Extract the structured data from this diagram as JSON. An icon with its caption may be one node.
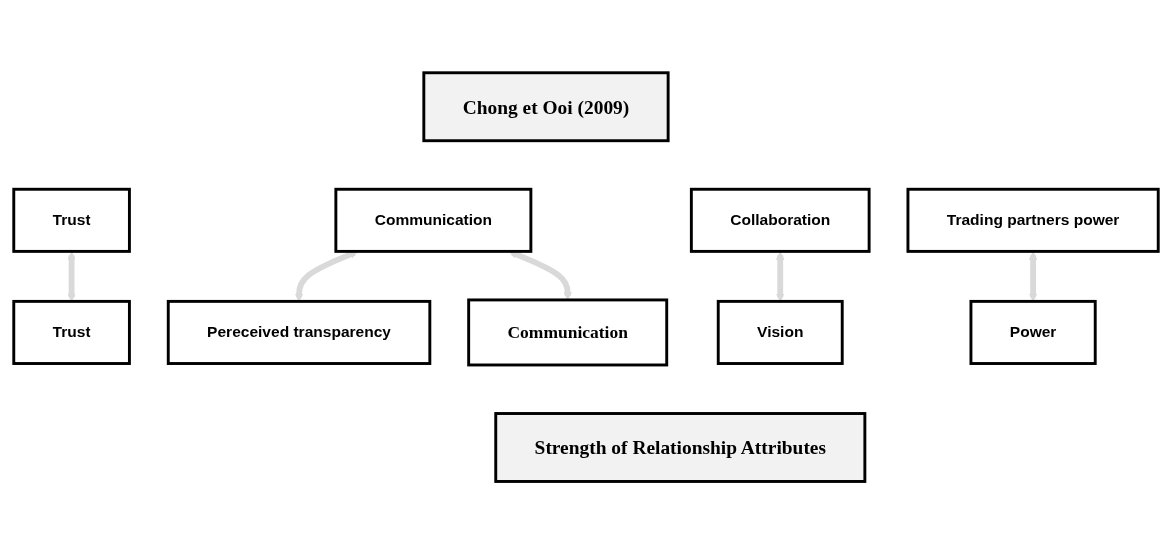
{
  "diagram": {
    "nodes": [
      {
        "text": [
          "Chong et Ooi (2009)"
        ]
      },
      {
        "text": [
          "Trust"
        ]
      },
      {
        "text": [
          "Communication"
        ]
      },
      {
        "text": [
          "Pereceived transparency"
        ]
      },
      {
        "text": [
          "Collaboration"
        ]
      },
      {
        "text": [
          "Trading partners power"
        ]
      },
      {
        "text": [
          "Trust"
        ]
      },
      {
        "text": [
          "Communication"
        ]
      },
      {
        "text": [
          "Vision"
        ]
      },
      {
        "text": [
          "Power"
        ]
      },
      {
        "text": [
          "Strength of Relationship Attributes"
        ]
      }
    ],
    "edges": [
      {
        "from": 1,
        "to": 6,
        "arrow": "both"
      },
      {
        "from": 2,
        "to": 3,
        "arrow": "both"
      },
      {
        "from": 2,
        "to": 7,
        "arrow": "both"
      },
      {
        "from": 4,
        "to": 8,
        "arrow": "both"
      },
      {
        "from": 5,
        "to": 9,
        "arrow": "both"
      }
    ]
  }
}
